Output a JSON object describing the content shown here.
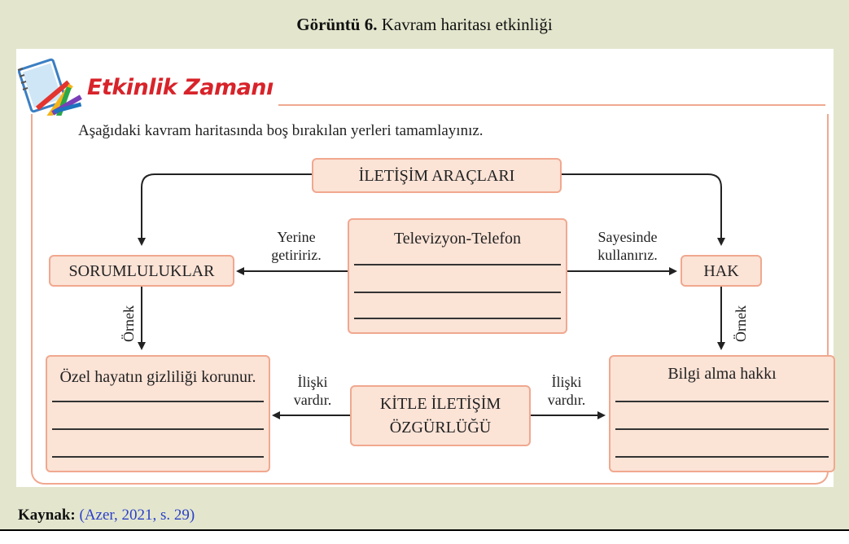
{
  "caption": {
    "prefix": "Görüntü 6.",
    "text": "Kavram haritası etkinliği"
  },
  "activity": {
    "title": "Etkinlik Zamanı",
    "instruction": "Aşağıdaki kavram haritasında boş bırakılan yerleri tamamlayınız."
  },
  "nodes": {
    "top": "İLETİŞİM ARAÇLARI",
    "left": "SORUMLULUKLAR",
    "right": "HAK",
    "center": "Televizyon-Telefon",
    "bottom_left": "Özel hayatın gizliliği korunur.",
    "bottom_center_line1": "KİTLE İLETİŞİM",
    "bottom_center_line2": "ÖZGÜRLÜĞÜ",
    "bottom_right": "Bilgi alma hakkı"
  },
  "edges": {
    "center_left_1": "Yerine",
    "center_left_2": "getiririz.",
    "center_right_1": "Sayesinde",
    "center_right_2": "kullanırız.",
    "left_down": "Örnek",
    "right_down": "Örnek",
    "bottom_left_1": "İlişki",
    "bottom_left_2": "vardır.",
    "bottom_right_1": "İlişki",
    "bottom_right_2": "vardır."
  },
  "source": {
    "label": "Kaynak:",
    "citation": "(Azer, 2021, s. 29)"
  },
  "colors": {
    "box_fill": "#fbe3d6",
    "box_border": "#f0a88f",
    "title_red": "#d8232a",
    "frame_bg": "#e3e6cd",
    "link_blue": "#2a3fc9"
  }
}
